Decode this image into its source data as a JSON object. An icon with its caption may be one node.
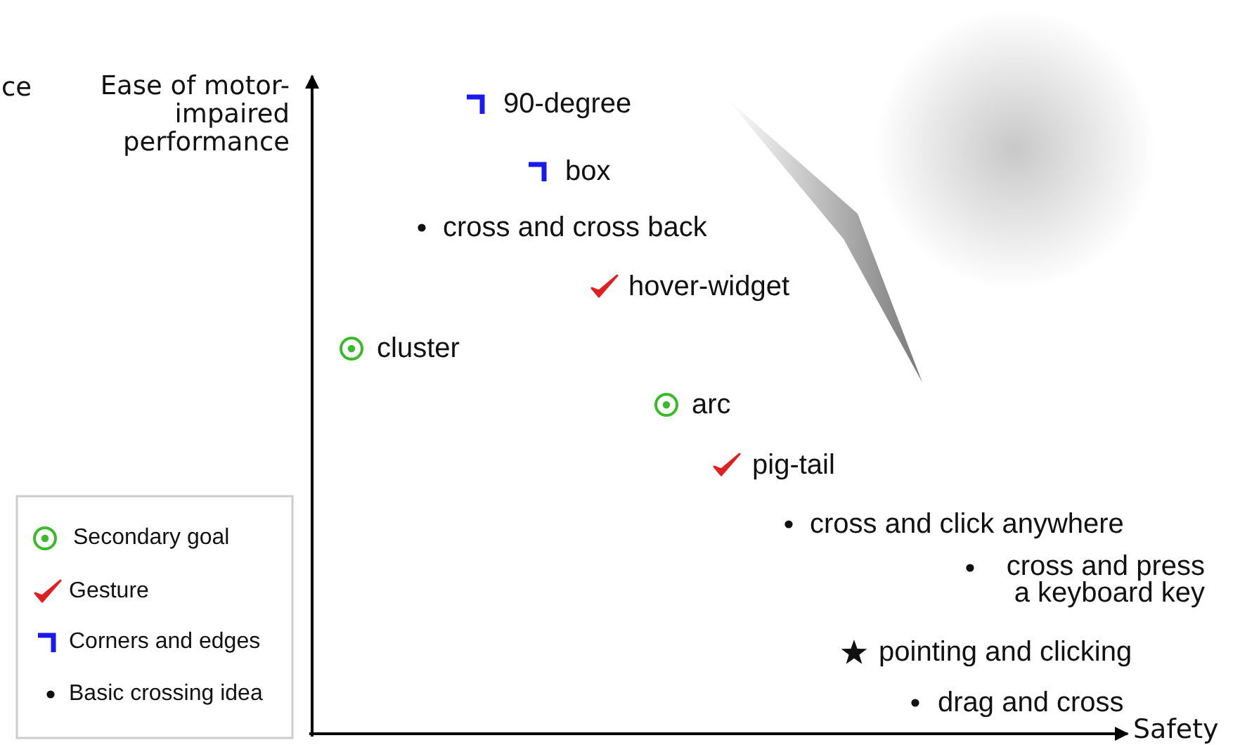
{
  "diagram": {
    "labels": [
      "ce",
      "Ease of motor-impaired performance",
      "90-degree",
      "box",
      "cross and cross back",
      "hover-widget",
      "cluster",
      "arc",
      "pig-tail",
      "cross and click anywhere",
      "cross and press a keyboard key",
      "pointing and clicking",
      "drag and cross",
      "Safety"
    ],
    "legend": [
      {
        "text": "Secondary goal"
      },
      {
        "text": "Gesture"
      },
      {
        "text": "Corners and edges"
      },
      {
        "text": "Basic crossing idea"
      }
    ]
  }
}
